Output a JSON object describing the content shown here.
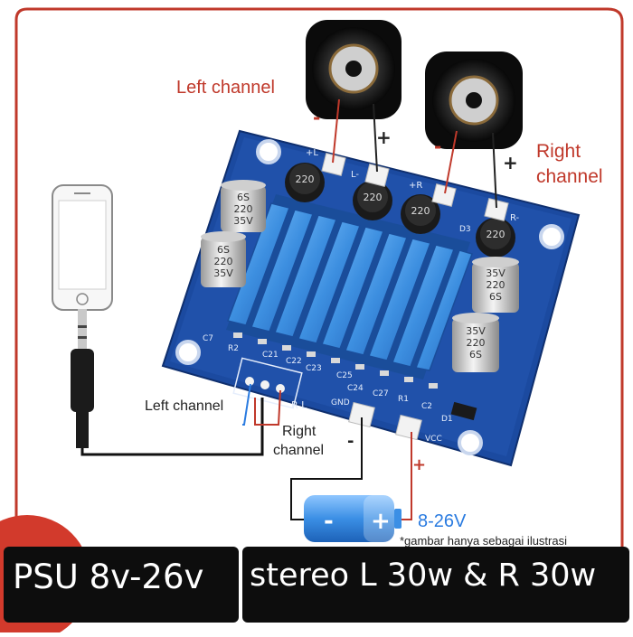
{
  "labels": {
    "left_channel_top": "Left channel",
    "right_channel_top_line1": "Right",
    "right_channel_top_line2": "channel",
    "left_channel_input": "Left channel",
    "right_channel_input_line1": "Right",
    "right_channel_input_line2": "channel",
    "voltage": "8-26V",
    "disclaimer": "*gambar hanya sebagai ilustrasi"
  },
  "polarity": {
    "left_minus": "-",
    "left_plus": "+",
    "right_minus": "-",
    "right_plus": "+",
    "power_minus": "-",
    "power_plus": "+"
  },
  "board": {
    "terminals": {
      "L_minus": "L-",
      "L_plus": "+L",
      "R_minus": "R-",
      "R_plus": "+R",
      "gnd": "GND",
      "vcc": "VCC",
      "audio_in": "R L"
    },
    "capacitor_lines": [
      "6S",
      "220",
      "35V"
    ],
    "inductor_label": "220",
    "components": [
      "C21",
      "C22",
      "C23",
      "C24",
      "C25",
      "C27",
      "R1",
      "R2",
      "C2",
      "D1",
      "D3",
      "C7"
    ]
  },
  "battery": {
    "minus": "-",
    "plus": "+"
  },
  "footer": {
    "left": "PSU 8v-26v",
    "right": "stereo L 30w & R 30w"
  },
  "colors": {
    "accent_red": "#c0392b",
    "board_blue": "#1e4f9e",
    "heatsink_blue": "#3f8fe0",
    "battery_blue": "#3b8fe5",
    "wire_red": "#c0392b",
    "wire_blue": "#2a7be0"
  }
}
